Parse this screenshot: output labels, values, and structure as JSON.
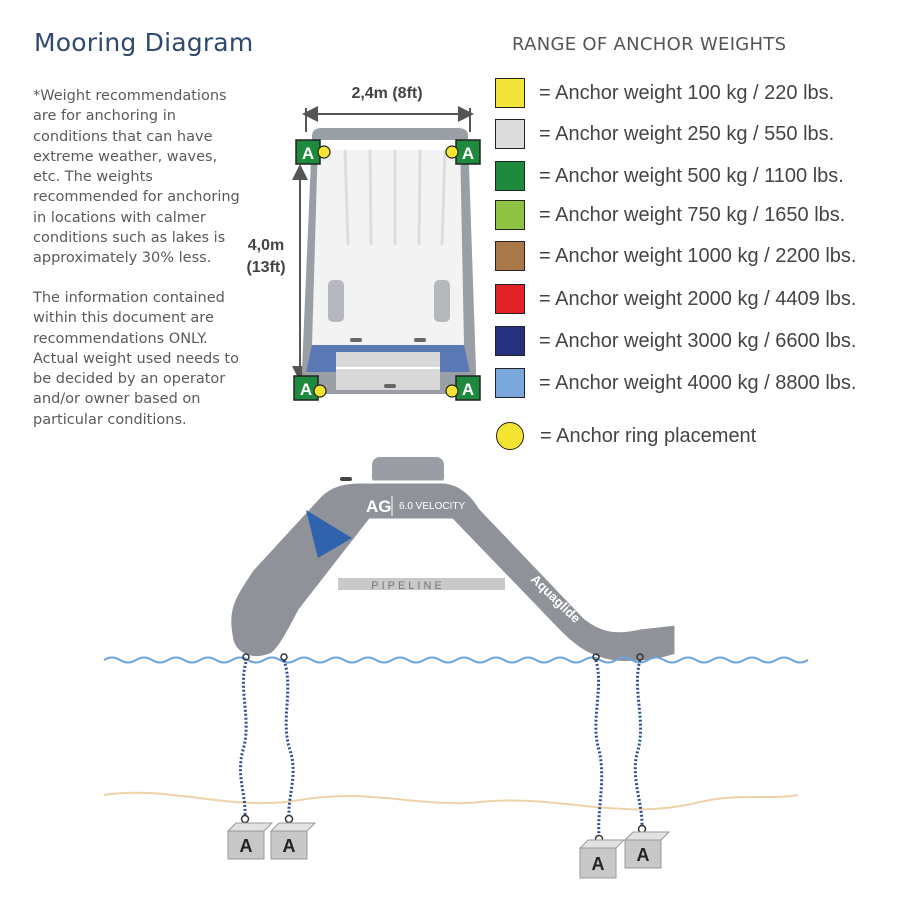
{
  "title": "Mooring Diagram",
  "notes": {
    "weight_note": "*Weight recommendations are for anchoring in conditions that can have extreme weather, waves, etc. The weights recommended for anchoring in locations with calmer conditions such as lakes is approximately 30% less.",
    "info_note": "The information contained within this document are recommendations ONLY. Actual weight used needs to be decided by an operator and/or owner based on particular conditions."
  },
  "top_view": {
    "width_dimension": "2,4m (8ft)",
    "length_dimension_m": "4,0m",
    "length_dimension_ft": "(13ft)",
    "anchor_label": "A"
  },
  "legend": {
    "title": "RANGE OF ANCHOR WEIGHTS",
    "items": [
      {
        "color": "#f4e43a",
        "label": "= Anchor weight 100 kg / 220 lbs."
      },
      {
        "color": "#dcdcdc",
        "label": "= Anchor weight 250 kg / 550 lbs."
      },
      {
        "color": "#1e8a3e",
        "label": "= Anchor weight 500 kg / 1100 lbs."
      },
      {
        "color": "#8dc243",
        "label": "= Anchor weight 750 kg / 1650 lbs."
      },
      {
        "color": "#a9784a",
        "label": "= Anchor weight 1000 kg / 2200 lbs."
      },
      {
        "color": "#e32227",
        "label": "= Anchor weight 2000 kg / 4409 lbs."
      },
      {
        "color": "#26307f",
        "label": "= Anchor weight 3000 kg / 6600 lbs."
      },
      {
        "color": "#7aa8dc",
        "label": "= Anchor weight 4000 kg / 8800 lbs."
      }
    ],
    "ring_label": "= Anchor ring placement"
  },
  "side_view": {
    "brand_mark": "AG",
    "model_label": "6.0 VELOCITY",
    "rail_text": "PIPELINE",
    "brand_text": "Aquaglide",
    "anchor_label": "A"
  }
}
